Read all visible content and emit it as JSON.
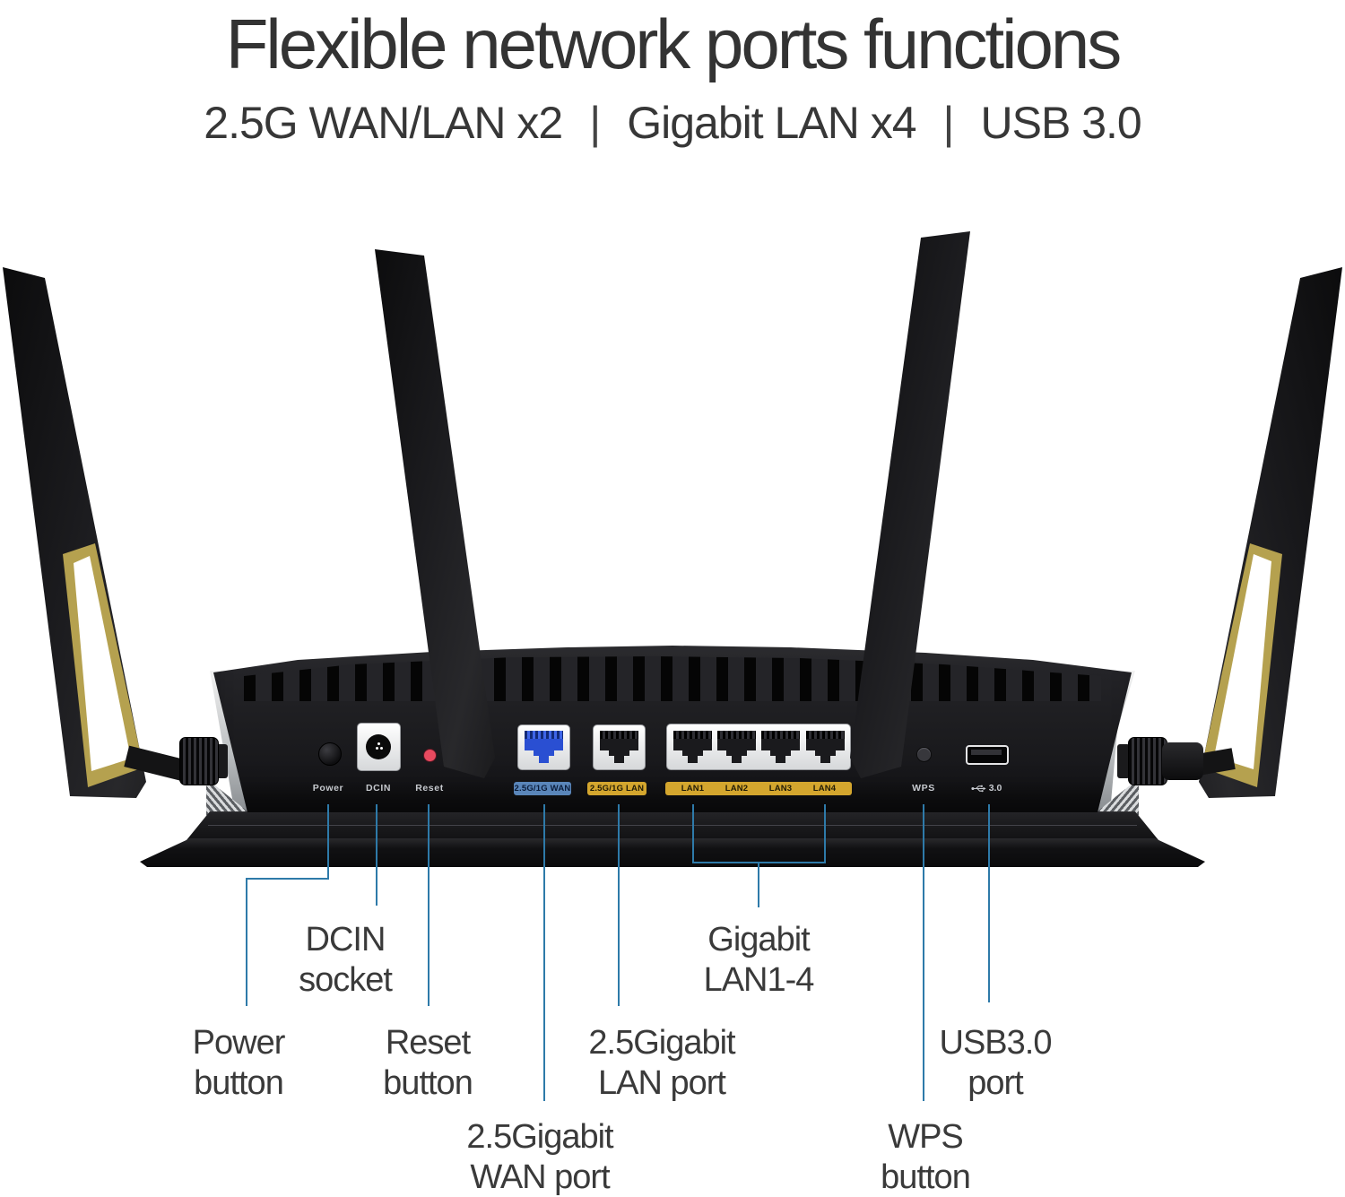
{
  "header": {
    "title": "Flexible network ports functions",
    "subtitle_items": [
      "2.5G WAN/LAN x2",
      "Gigabit LAN x4",
      "USB 3.0"
    ],
    "separator": "|"
  },
  "device": {
    "panel_labels": {
      "power": "Power",
      "dcin": "DCIN",
      "reset": "Reset",
      "wan": "2.5G/1G WAN",
      "lan": "2.5G/1G LAN",
      "lan_ports": [
        "LAN1",
        "LAN2",
        "LAN3",
        "LAN4"
      ],
      "wps": "WPS",
      "usb_version": "3.0"
    },
    "icons": {
      "usb": "usb-trident"
    }
  },
  "callouts": {
    "power": {
      "line1": "Power",
      "line2": "button"
    },
    "dcin": {
      "line1": "DCIN",
      "line2": "socket"
    },
    "reset": {
      "line1": "Reset",
      "line2": "button"
    },
    "wan": {
      "line1": "2.5Gigabit",
      "line2": "WAN port"
    },
    "lan25": {
      "line1": "2.5Gigabit",
      "line2": "LAN port"
    },
    "lan14": {
      "line1": "Gigabit",
      "line2": "LAN1-4"
    },
    "wps": {
      "line1": "WPS",
      "line2": "button"
    },
    "usb": {
      "line1": "USB3.0",
      "line2": "port"
    }
  },
  "colors": {
    "callout_line": "#2e7aa9",
    "accent_gold": "#d4a62e",
    "accent_blue": "#5a86ba",
    "antenna_gold_trim": "#b5a14f",
    "reset_red": "#e84a5f",
    "wan_jack_blue": "#2a4fd2"
  }
}
